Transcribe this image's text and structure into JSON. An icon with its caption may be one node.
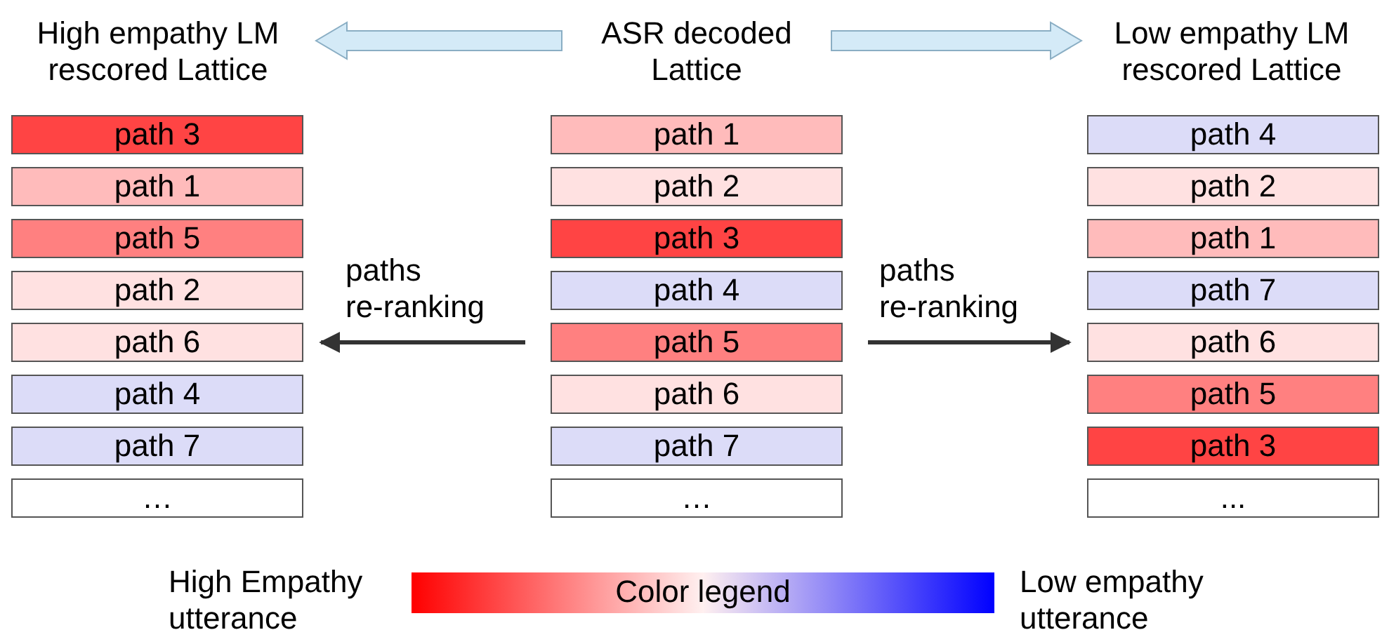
{
  "diagram": {
    "nodes": [
      {
        "text": [
          "High empathy LM rescored Lattice"
        ]
      },
      {
        "text": [
          "ASR decoded Lattice"
        ]
      },
      {
        "text": [
          "Low empathy LM rescored Lattice"
        ]
      },
      {
        "text": [
          "path 3"
        ]
      },
      {
        "text": [
          "path 1"
        ]
      },
      {
        "text": [
          "path 4"
        ]
      },
      {
        "text": [
          "path 1"
        ]
      },
      {
        "text": [
          "path 2"
        ]
      },
      {
        "text": [
          "path 2"
        ]
      },
      {
        "text": [
          "path 5"
        ]
      },
      {
        "text": [
          "path 3"
        ]
      },
      {
        "text": [
          "path 1"
        ]
      },
      {
        "text": [
          "path 2"
        ]
      },
      {
        "text": [
          "path 4"
        ]
      },
      {
        "text": [
          "path 7"
        ]
      },
      {
        "text": [
          "path 6"
        ]
      },
      {
        "text": [
          "path 5"
        ]
      },
      {
        "text": [
          "path 6"
        ]
      },
      {
        "text": [
          "path 4"
        ]
      },
      {
        "text": [
          "path 6"
        ]
      },
      {
        "text": [
          "path 5"
        ]
      },
      {
        "text": [
          "path 7"
        ]
      },
      {
        "text": [
          "path 7"
        ]
      },
      {
        "text": [
          "path 3"
        ]
      },
      {
        "text": [
          "…"
        ]
      },
      {
        "text": [
          "…"
        ]
      },
      {
        "text": [
          "..."
        ]
      }
    ],
    "edges": [
      {
        "from": 1,
        "to": 0,
        "arrow": "to",
        "style": "thick",
        "color": "#d4eaf7"
      },
      {
        "from": 1,
        "to": 2,
        "arrow": "to",
        "style": "thick",
        "color": "#d4eaf7"
      },
      {
        "from": 16,
        "to": 15,
        "arrow": "to",
        "label": "paths re-ranking"
      },
      {
        "from": 16,
        "to": 17,
        "arrow": "to",
        "label": "paths re-ranking"
      }
    ],
    "labels": [
      "High Empathy utterance",
      "Color legend",
      "Low empathy utterance"
    ]
  }
}
